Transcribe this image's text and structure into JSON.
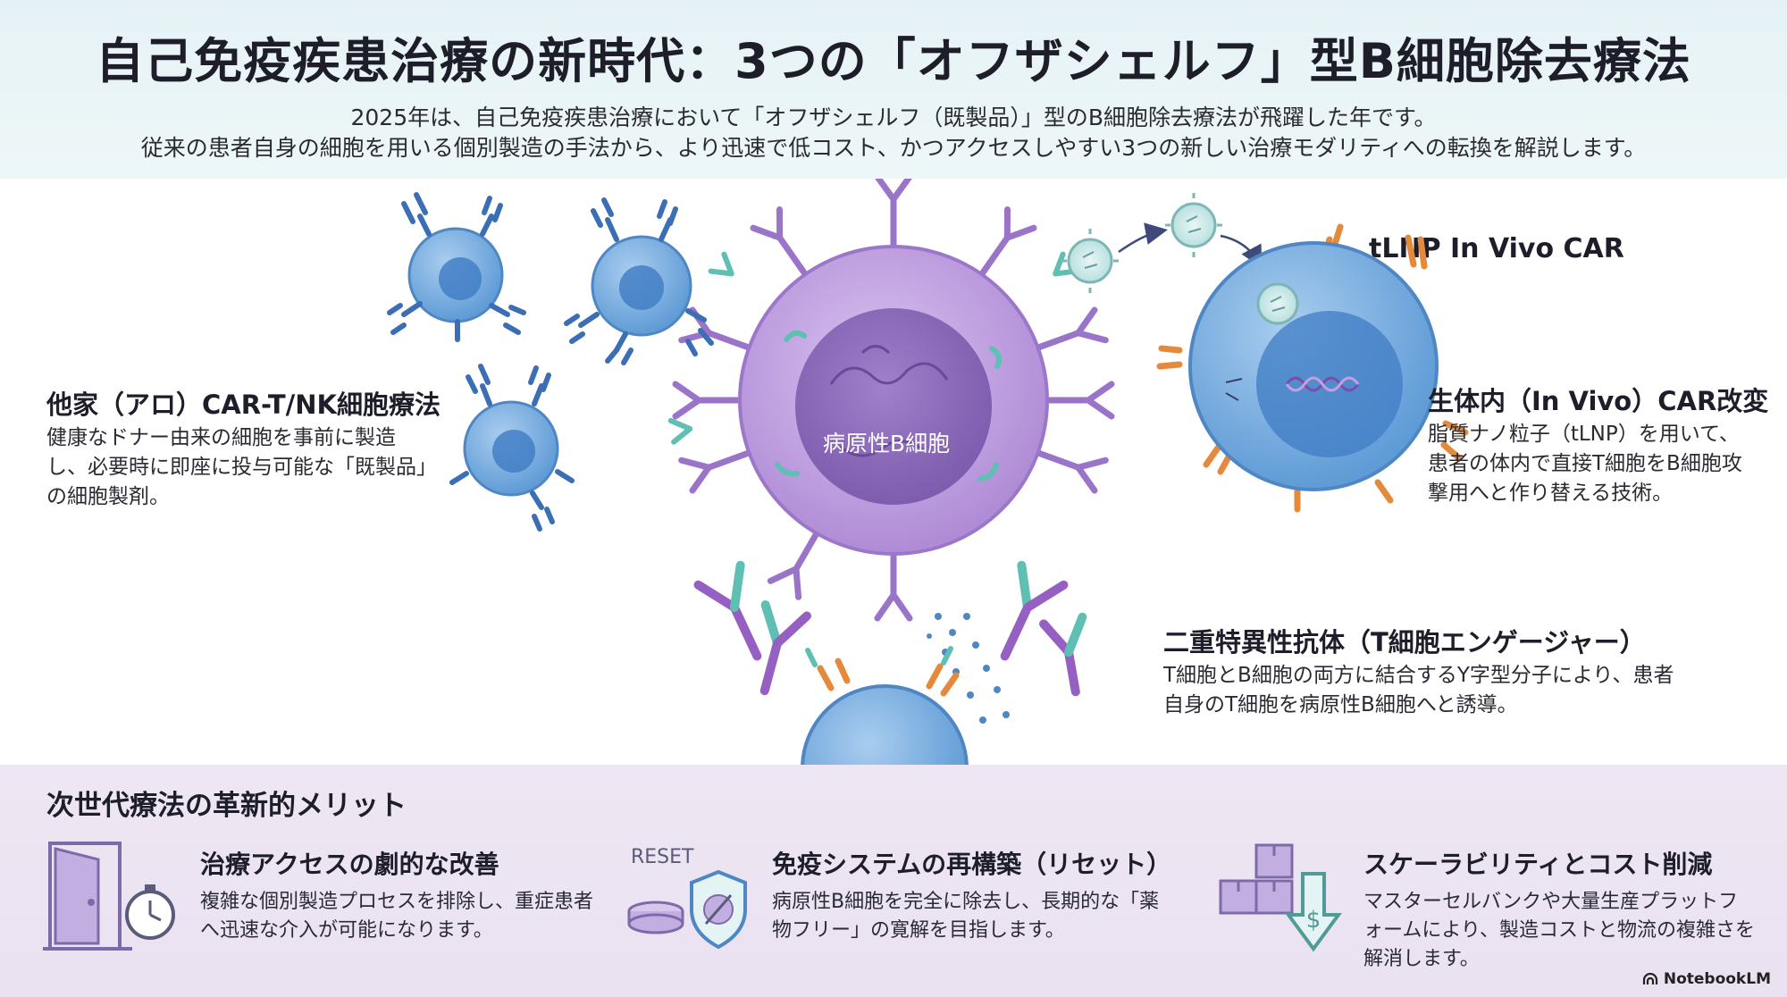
{
  "header": {
    "title": "自己免疫疾患治療の新時代：3つの「オフザシェルフ」型B細胞除去療法",
    "subtitle_line1": "2025年は、自己免疫疾患治療において「オフザシェルフ（既製品）」型のB細胞除去療法が飛躍した年です。",
    "subtitle_line2": "従来の患者自身の細胞を用いる個別製造の手法から、より迅速で低コスト、かつアクセスしやすい3つの新しい治療モダリティへの転換を解説します。"
  },
  "diagram": {
    "center_label": "病原性B細胞",
    "tlnp_label": "tLNP In Vivo CAR",
    "allo": {
      "title": "他家（アロ）CAR-T/NK細胞療法",
      "body": "健康なドナー由来の細胞を事前に製造し、必要時に即座に投与可能な「既製品」の細胞製剤。"
    },
    "invivo": {
      "title": "生体内（In Vivo）CAR改変",
      "body": "脂質ナノ粒子（tLNP）を用いて、患者の体内で直接T細胞をB細胞攻撃用へと作り替える技術。"
    },
    "bispecific": {
      "title": "二重特異性抗体（T細胞エンゲージャー）",
      "body": "T細胞とB細胞の両方に結合するY字型分子により、患者自身のT細胞を病原性B細胞へと誘導。"
    }
  },
  "merits": {
    "title": "次世代療法の革新的メリット",
    "items": [
      {
        "title": "治療アクセスの劇的な改善",
        "body": "複雑な個別製造プロセスを排除し、重症患者へ迅速な介入が可能になります。",
        "icon": "door-stopwatch-icon"
      },
      {
        "title": "免疫システムの再構築（リセット）",
        "body": "病原性B細胞を完全に除去し、長期的な「薬物フリー」の寛解を目指します。",
        "icon": "reset-shield-icon",
        "icon_text": "RESET"
      },
      {
        "title": "スケーラビリティとコスト削減",
        "body": "マスターセルバンクや大量生産プラットフォームにより、製造コストと物流の複雑さを解消します。",
        "icon": "boxes-cost-down-icon",
        "icon_symbol": "$"
      }
    ]
  },
  "brand": "NotebookLM",
  "colors": {
    "header_bg": "#e5f2f5",
    "bottom_bg": "#efe6f3",
    "b_cell": "#b794d9",
    "t_cell": "#5d9bd8",
    "antibody_purple": "#9560c2",
    "antibody_teal": "#5fbfb3",
    "car_orange": "#e58a3c"
  }
}
